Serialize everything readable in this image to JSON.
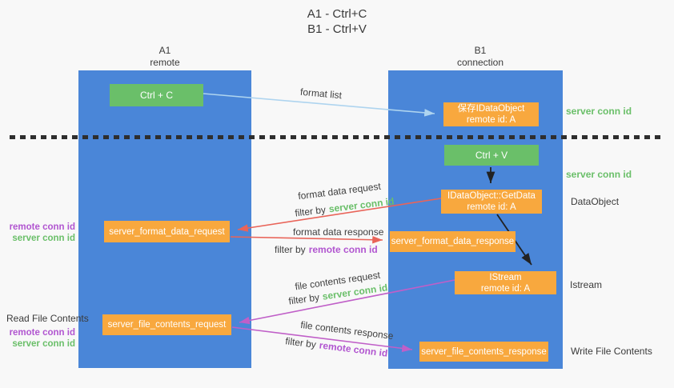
{
  "title": {
    "line1": "A1 - Ctrl+C",
    "line2": "B1 - Ctrl+V"
  },
  "lifelines": {
    "left": {
      "name": "A1",
      "role": "remote"
    },
    "right": {
      "name": "B1",
      "role": "connection"
    }
  },
  "nodes": {
    "ctrl_c": "Ctrl + C",
    "ctrl_v": "Ctrl + V",
    "save_dataobject": {
      "line1": "保存IDataObject",
      "line2": "remote id: A"
    },
    "getdata": {
      "line1": "IDataObject::GetData",
      "line2": "remote id: A"
    },
    "istream": {
      "line1": "IStream",
      "line2": "remote id: A"
    },
    "server_format_data_request": "server_format_data_request",
    "server_format_data_response": "server_format_data_response",
    "server_file_contents_request": "server_file_contents_request",
    "server_file_contents_response": "server_file_contents_response"
  },
  "side_labels": {
    "server_conn_id": "server conn id",
    "remote_conn_id": "remote conn id",
    "dataobject": "DataObject",
    "istream": "Istream",
    "read_file_contents": "Read File Contents",
    "write_file_contents": "Write File Contents"
  },
  "messages": {
    "format_list": "format list",
    "format_data_request": "format data request",
    "format_data_response": "format data response",
    "file_contents_request": "file contents request",
    "file_contents_response": "file contents response",
    "filter_by": "filter by",
    "server_conn_id": "server conn id",
    "remote_conn_id": "remote conn id"
  },
  "palette": {
    "background": "#f8f8f8",
    "lifeline_blue": "#4a86d8",
    "box_green": "#6abf69",
    "box_orange": "#f8a83e",
    "text_dark": "#3a3a3a",
    "green_text": "#6abf69",
    "purple_text": "#b155d0",
    "arrow_lightblue": "#aed4ef",
    "arrow_red": "#e96459",
    "arrow_purple": "#c05fc8",
    "arrow_black": "#222222",
    "divider": "#2e2e2e"
  }
}
